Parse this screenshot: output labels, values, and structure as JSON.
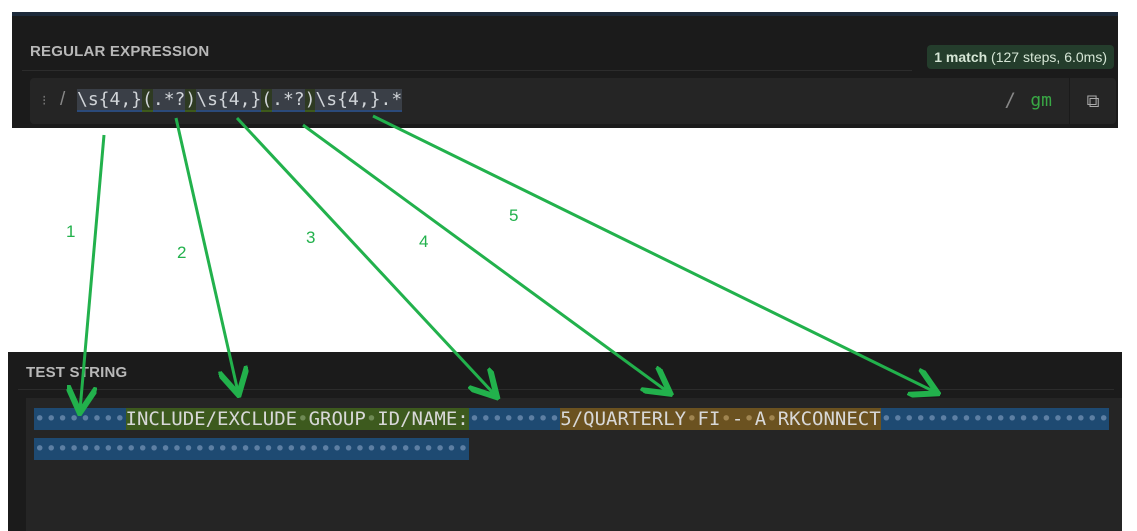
{
  "regex_panel": {
    "title": "REGULAR EXPRESSION",
    "match_count": "1 match",
    "match_detail": " (127 steps, 6.0ms)",
    "delimiter_open": "/",
    "parts": [
      "\\s{4,}",
      "(",
      ".*?",
      ")",
      "\\s{4,}",
      "(",
      ".*?",
      ")",
      "\\s{4,}.*"
    ],
    "delimiter_close": "/",
    "flags": "gm",
    "copy_icon": "copy-icon"
  },
  "test_panel": {
    "title": "TEST STRING",
    "line1": {
      "ws1": "••••••••",
      "group1": [
        "INCLUDE/EXCLUDE",
        "•",
        "GROUP",
        "•",
        "ID/NAME:"
      ],
      "ws2": "••••••••",
      "group2": [
        "5/QUARTERLY",
        "•",
        "FI",
        "•",
        "-",
        "•",
        "A",
        "•",
        "RKCONNECT"
      ],
      "ws3": "••••••••••••••••••••"
    },
    "line2": "••••••••••••••••••••••••••••••••••••••"
  },
  "annotations": {
    "labels": [
      "1",
      "2",
      "3",
      "4",
      "5"
    ],
    "color": "#22b14c"
  }
}
